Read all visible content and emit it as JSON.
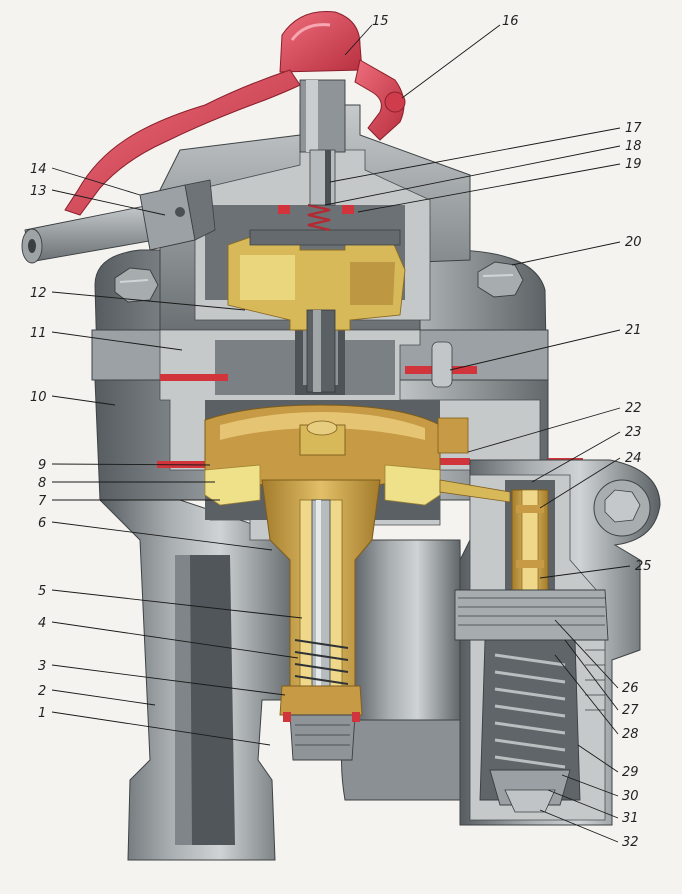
{
  "colors": {
    "background": "#f4f3ef",
    "metal_dark": "#5f6568",
    "metal_mid": "#8d9396",
    "metal_light": "#b8bdbf",
    "section_cut": "#c9cccd",
    "brass": "#d7b15a",
    "brass_dark": "#a8802f",
    "yellow_part": "#efe08a",
    "seal_red": "#d1343a",
    "handle_red": "#d9475a",
    "leader_line": "#1a1a1a"
  },
  "icons": {
    "hex_nut": "hex-nut-icon",
    "bolt_head": "bolt-head-icon"
  },
  "callouts": [
    {
      "num": "1"
    },
    {
      "num": "2"
    },
    {
      "num": "3"
    },
    {
      "num": "4"
    },
    {
      "num": "5"
    },
    {
      "num": "6"
    },
    {
      "num": "7"
    },
    {
      "num": "8"
    },
    {
      "num": "9"
    },
    {
      "num": "10"
    },
    {
      "num": "11"
    },
    {
      "num": "12"
    },
    {
      "num": "13"
    },
    {
      "num": "14"
    },
    {
      "num": "15"
    },
    {
      "num": "16"
    },
    {
      "num": "17"
    },
    {
      "num": "18"
    },
    {
      "num": "19"
    },
    {
      "num": "20"
    },
    {
      "num": "21"
    },
    {
      "num": "22"
    },
    {
      "num": "23"
    },
    {
      "num": "24"
    },
    {
      "num": "25"
    },
    {
      "num": "26"
    },
    {
      "num": "27"
    },
    {
      "num": "28"
    },
    {
      "num": "29"
    },
    {
      "num": "30"
    },
    {
      "num": "31"
    },
    {
      "num": "32"
    }
  ]
}
